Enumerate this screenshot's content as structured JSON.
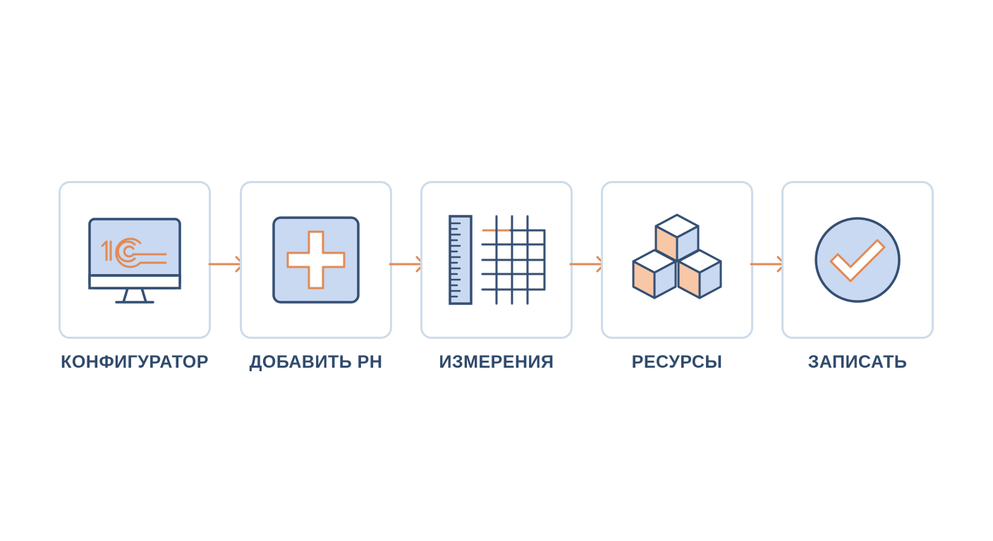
{
  "colors": {
    "navy": "#344f73",
    "orange": "#e18a55",
    "light_blue": "#c9d9f1",
    "peach": "#f8c7a6",
    "frame": "#cddcea",
    "label": "#2f4a6c"
  },
  "steps": [
    {
      "label": "КОНФИГУРАТОР",
      "icon": "monitor-1c-icon",
      "logo_text": "1C"
    },
    {
      "label": "ДОБАВИТЬ РН",
      "icon": "plus-icon"
    },
    {
      "label": "ИЗМЕРЕНИЯ",
      "icon": "ruler-grid-icon"
    },
    {
      "label": "РЕСУРСЫ",
      "icon": "cubes-icon"
    },
    {
      "label": "ЗАПИСАТЬ",
      "icon": "checkmark-circle-icon"
    }
  ]
}
